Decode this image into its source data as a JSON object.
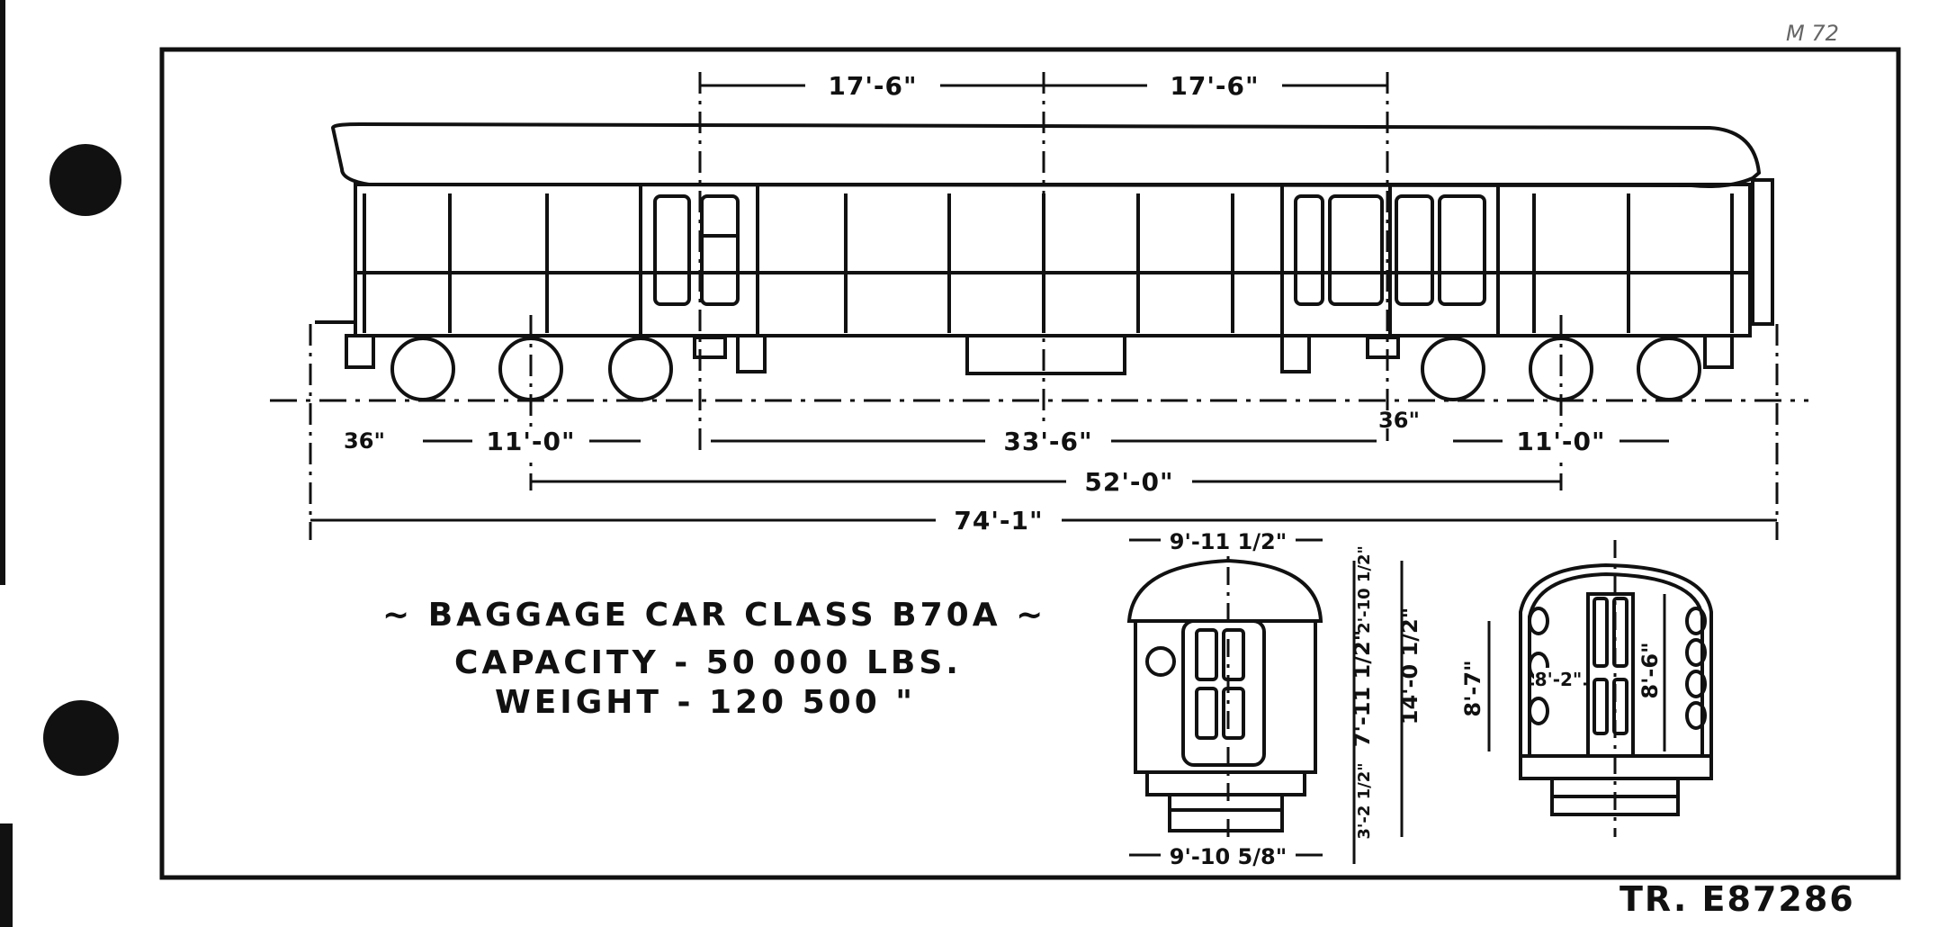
{
  "corner_note": "M 72",
  "title": {
    "line1": "~ BAGGAGE CAR CLASS B70A ~",
    "line2": "CAPACITY - 50 000 LBS.",
    "line3": "WEIGHT - 120 500  \""
  },
  "dimensions": {
    "door_spacing_left": "17'-6\"",
    "door_spacing_right": "17'-6\"",
    "wheel_diameter_left": "36\"",
    "wheel_diameter_right": "36\"",
    "truck_wheelbase_left": "11'-0\"",
    "truck_wheelbase_right": "11'-0\"",
    "door_centers": "33'-6\"",
    "truck_centers": "52'-0\"",
    "overall_length": "74'-1\""
  },
  "end_view": {
    "width_top": "9'-11 1/2\"",
    "width_bottom": "9'-10 5/8\"",
    "roof_height": "2'-10 1/2\"",
    "body_height": "7'-11 1/2\"",
    "total_height": "14'-0 1/2\"",
    "floor_height": "3'-2 1/2\""
  },
  "section_view": {
    "side_height": "8'-7\"",
    "inner_width": "8'-2\"",
    "inner_height": "8'-6\""
  },
  "drawing_ref": "TR. E87286"
}
